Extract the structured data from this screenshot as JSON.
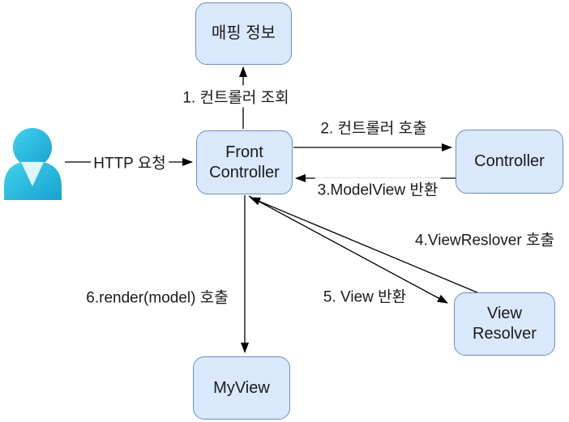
{
  "nodes": {
    "mapping": {
      "label": "매핑 정보"
    },
    "front_controller": {
      "label": "Front\nController"
    },
    "controller": {
      "label": "Controller"
    },
    "view_resolver": {
      "label": "View\nResolver"
    },
    "my_view": {
      "label": "MyView"
    }
  },
  "edges": {
    "http_request": {
      "label": "HTTP 요청"
    },
    "controller_lookup": {
      "label": "1. 컨트롤러 조회"
    },
    "controller_call": {
      "label": "2. 컨트롤러 호출"
    },
    "modelview_return": {
      "label": "3.ModelView 반환"
    },
    "view_resolver_call": {
      "label": "4.ViewReslover 호출"
    },
    "view_return": {
      "label": "5. View 반환"
    },
    "render_call": {
      "label": "6.render(model) 호출"
    }
  },
  "actor": {
    "icon": "person-icon"
  },
  "colors": {
    "node_fill": "#dae8fc",
    "node_border": "#6c8ebf",
    "arrow": "#000000",
    "text": "#1a1a1a",
    "actor_top": "#41d2ef",
    "actor_bottom": "#17a2cf",
    "actor_neck": "#e1f6fb"
  }
}
